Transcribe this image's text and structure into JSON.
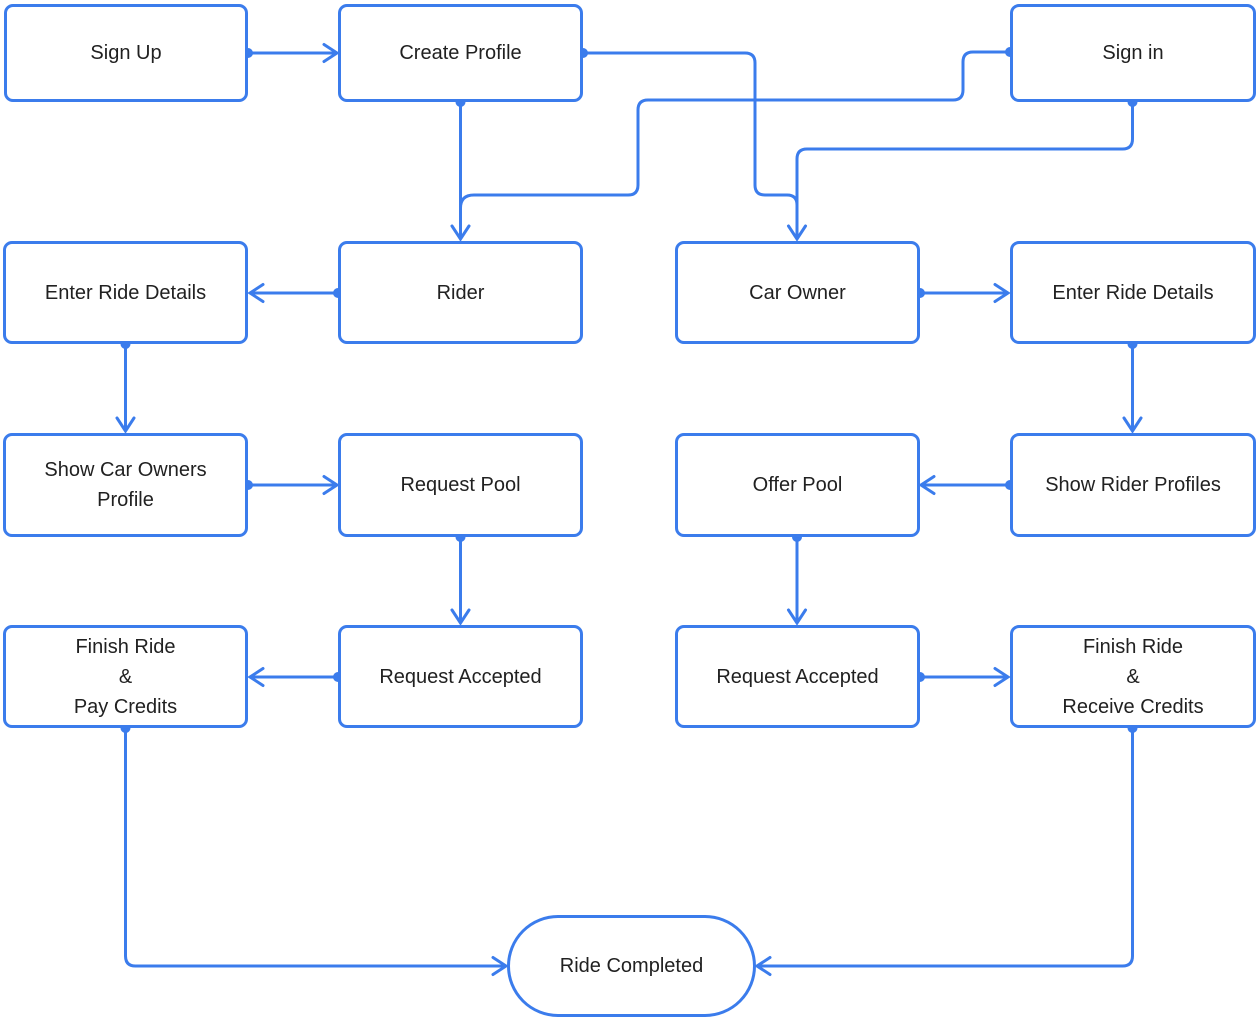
{
  "diagram": {
    "type": "flowchart",
    "colors": {
      "line": "#3b7cec",
      "node_border": "#3b7cec",
      "node_fill": "#ffffff",
      "text": "#212121",
      "background": "#ffffff"
    },
    "nodes": {
      "sign_up": {
        "label": "Sign Up",
        "shape": "rect"
      },
      "create_profile": {
        "label": "Create Profile",
        "shape": "rect"
      },
      "sign_in": {
        "label": "Sign in",
        "shape": "rect"
      },
      "enter_ride_details_left": {
        "label": "Enter Ride Details",
        "shape": "rect"
      },
      "rider": {
        "label": "Rider",
        "shape": "rect"
      },
      "car_owner": {
        "label": "Car Owner",
        "shape": "rect"
      },
      "enter_ride_details_right": {
        "label": "Enter Ride Details",
        "shape": "rect"
      },
      "show_car_owners_profile": {
        "label": "Show Car Owners\nProfile",
        "shape": "rect"
      },
      "request_pool": {
        "label": "Request Pool",
        "shape": "rect"
      },
      "offer_pool": {
        "label": "Offer Pool",
        "shape": "rect"
      },
      "show_rider_profiles": {
        "label": "Show Rider Profiles",
        "shape": "rect"
      },
      "finish_ride_pay_credits": {
        "label": "Finish Ride\n&\nPay Credits",
        "shape": "rect"
      },
      "request_accepted_left": {
        "label": "Request Accepted",
        "shape": "rect"
      },
      "request_accepted_right": {
        "label": "Request Accepted",
        "shape": "rect"
      },
      "finish_ride_receive_credits": {
        "label": "Finish Ride\n&\nReceive Credits",
        "shape": "rect"
      },
      "ride_completed": {
        "label": "Ride Completed",
        "shape": "stadium"
      }
    },
    "edges": [
      {
        "from": "sign_up",
        "to": "create_profile"
      },
      {
        "from": "create_profile",
        "to": "rider"
      },
      {
        "from": "create_profile",
        "to": "car_owner"
      },
      {
        "from": "sign_in",
        "to": "rider"
      },
      {
        "from": "sign_in",
        "to": "car_owner"
      },
      {
        "from": "rider",
        "to": "enter_ride_details_left"
      },
      {
        "from": "car_owner",
        "to": "enter_ride_details_right"
      },
      {
        "from": "enter_ride_details_left",
        "to": "show_car_owners_profile"
      },
      {
        "from": "enter_ride_details_right",
        "to": "show_rider_profiles"
      },
      {
        "from": "show_car_owners_profile",
        "to": "request_pool"
      },
      {
        "from": "show_rider_profiles",
        "to": "offer_pool"
      },
      {
        "from": "request_pool",
        "to": "request_accepted_left"
      },
      {
        "from": "offer_pool",
        "to": "request_accepted_right"
      },
      {
        "from": "request_accepted_left",
        "to": "finish_ride_pay_credits"
      },
      {
        "from": "request_accepted_right",
        "to": "finish_ride_receive_credits"
      },
      {
        "from": "finish_ride_pay_credits",
        "to": "ride_completed"
      },
      {
        "from": "finish_ride_receive_credits",
        "to": "ride_completed"
      }
    ]
  }
}
